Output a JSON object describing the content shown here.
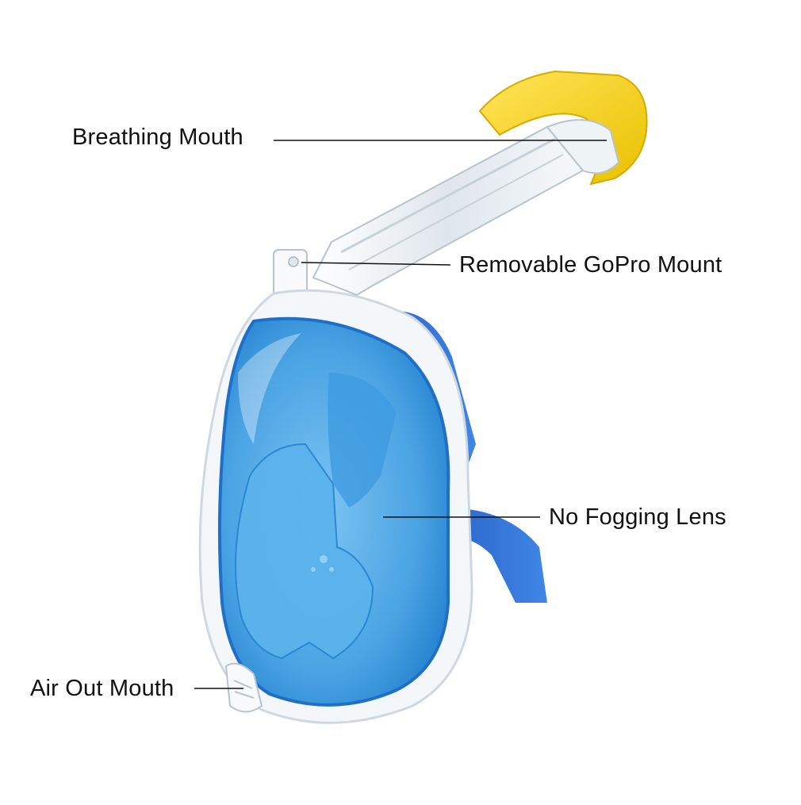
{
  "labels": {
    "breathing_mouth": "Breathing Mouth",
    "gopro_mount": "Removable GoPro Mount",
    "no_fogging_lens": "No Fogging Lens",
    "air_out_mouth": "Air Out Mouth"
  },
  "colors": {
    "background": "#ffffff",
    "snorkel_tip": "#f5d21f",
    "snorkel_tube": "#e8eef2",
    "frame": "#f4f7fa",
    "lens_blue": "#4fa9e6",
    "lens_dark_blue": "#1f6fc7",
    "strap_blue": "#2f6fd6",
    "label_text": "#111111",
    "leader_line": "#111111"
  }
}
